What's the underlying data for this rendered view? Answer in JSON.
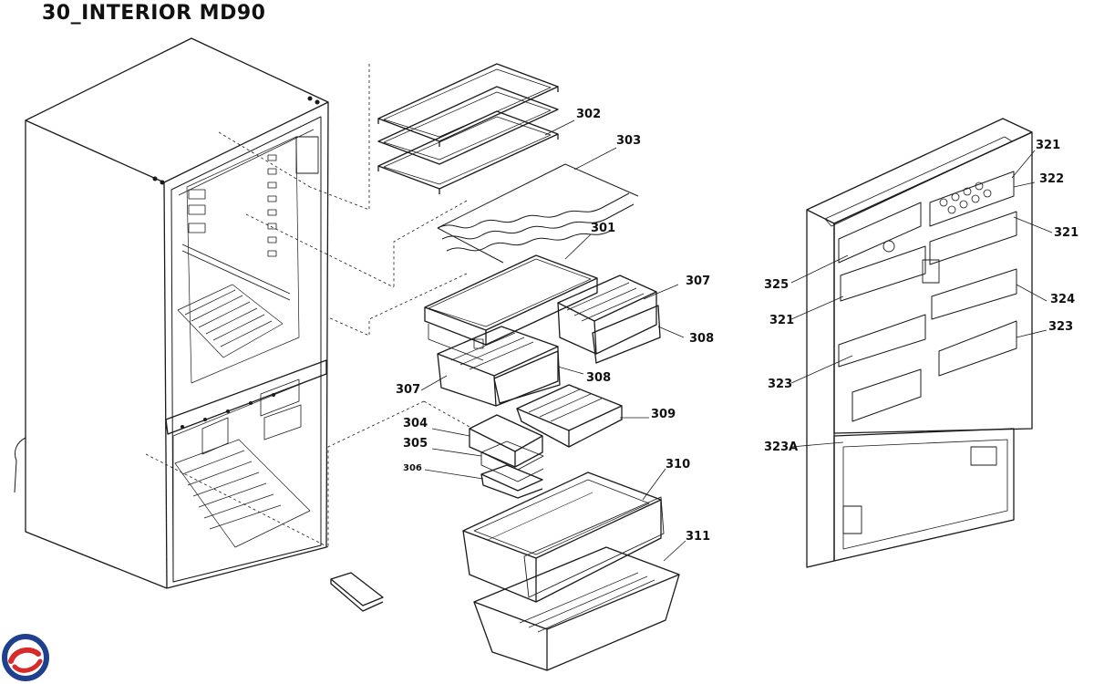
{
  "page": {
    "title": "30_INTERIOR MD90"
  },
  "colors": {
    "line": "#1a1a1a",
    "logo_blue": "#1f3f8f",
    "logo_red": "#d92a2a"
  },
  "icons": {
    "brand": "brand-logo-icon"
  },
  "parts": [
    {
      "id": "302",
      "label": "302"
    },
    {
      "id": "303",
      "label": "303"
    },
    {
      "id": "301",
      "label": "301"
    },
    {
      "id": "307a",
      "label": "307"
    },
    {
      "id": "308a",
      "label": "308"
    },
    {
      "id": "307b",
      "label": "307"
    },
    {
      "id": "308b",
      "label": "308"
    },
    {
      "id": "309",
      "label": "309"
    },
    {
      "id": "304",
      "label": "304"
    },
    {
      "id": "305",
      "label": "305"
    },
    {
      "id": "306",
      "label": "306"
    },
    {
      "id": "310",
      "label": "310"
    },
    {
      "id": "311",
      "label": "311"
    },
    {
      "id": "321a",
      "label": "321"
    },
    {
      "id": "322",
      "label": "322"
    },
    {
      "id": "321b",
      "label": "321"
    },
    {
      "id": "325",
      "label": "325"
    },
    {
      "id": "324",
      "label": "324"
    },
    {
      "id": "321c",
      "label": "321"
    },
    {
      "id": "323a",
      "label": "323"
    },
    {
      "id": "323b",
      "label": "323"
    },
    {
      "id": "323A",
      "label": "323A"
    }
  ]
}
